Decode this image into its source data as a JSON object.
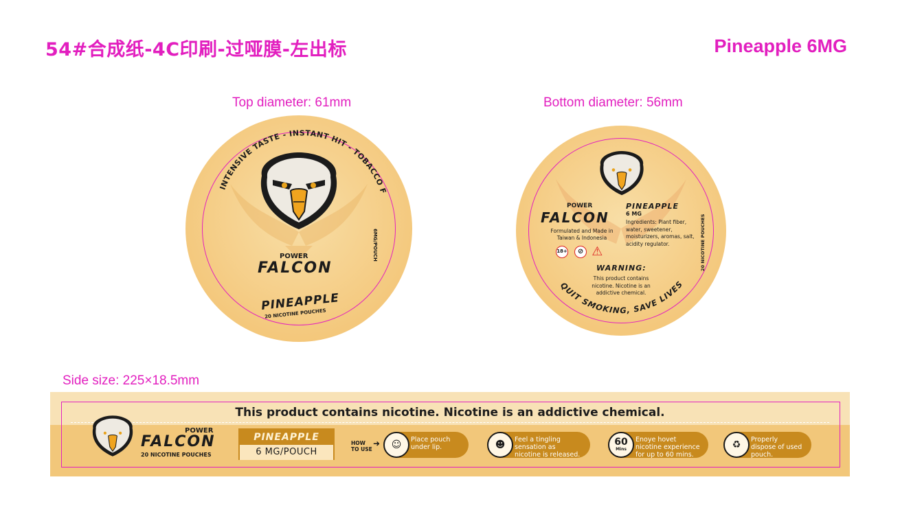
{
  "header": {
    "spec": "54#合成纸-4C印刷-过哑膜-左出标",
    "flavor_strength": "Pineapple 6MG"
  },
  "labels": {
    "top_diameter": "Top diameter: 61mm",
    "bottom_diameter": "Bottom diameter: 56mm",
    "side_size": "Side size: 225×18.5mm"
  },
  "top_lid": {
    "arc_text": "INTENSIVE TASTE - INSTANT HIT - TOBACCO FREE",
    "power": "POWER",
    "brand": "FALCON",
    "strength_side": "6MG/POUCH",
    "flavor": "PINEAPPLE",
    "pouches": "20 NICOTINE POUCHES"
  },
  "bottom_lid": {
    "power": "POWER",
    "brand": "FALCON",
    "made_in": "Formulated and Made in Taiwan & Indonesia",
    "flavor": "PINEAPPLE",
    "strength": "6 MG",
    "ingredients": "Ingredients: Plant fiber, water, sweetener, moisturizers, aromas, salt, acidity regulator.",
    "age_badge": "18+",
    "warning_title": "WARNING:",
    "warning_text": "This product contains nicotine. Nicotine is an addictive chemical.",
    "slogan": "QUIT SMOKING, SAVE LIVES",
    "side_text": "20 NICOTINE POUCHES"
  },
  "side_strip": {
    "warning": "This product contains nicotine. Nicotine is an addictive chemical.",
    "power": "POWER",
    "brand": "FALCON",
    "pouches": "20 NICOTINE POUCHES",
    "flavor": "PINEAPPLE",
    "strength": "6 MG/POUCH",
    "how_to_use": "HOW TO USE",
    "steps": [
      {
        "icon": "mouth-icon",
        "text": "Place pouch under lip."
      },
      {
        "icon": "tingle-icon",
        "text": "Feel a tingling sensation as nicotine is released."
      },
      {
        "icon_text": "60",
        "icon_sub": "Mins",
        "text": "Enoye hovet nicotine experience for up to 60 mins."
      },
      {
        "icon": "dispose-icon",
        "text": "Properly dispose of used pouch."
      }
    ]
  },
  "colors": {
    "annotation": "#e21fbf",
    "lid_base": "#f5cd86",
    "accent_brown": "#c88a1e"
  }
}
